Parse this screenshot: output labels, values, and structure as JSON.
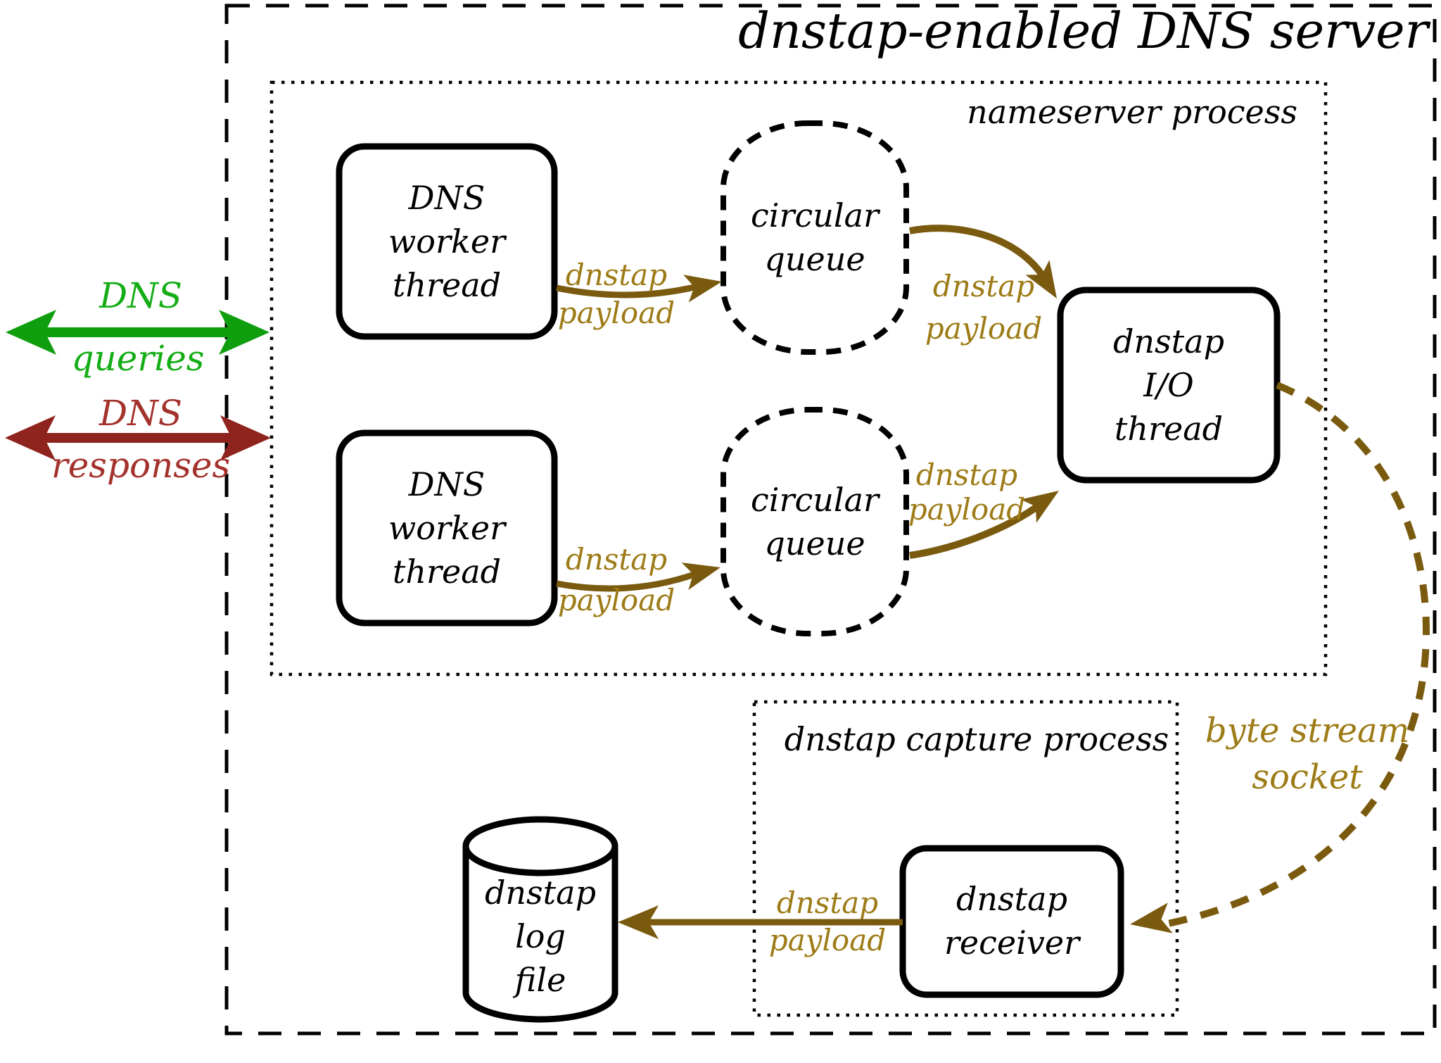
{
  "title": "dnstap-enabled DNS server",
  "colors": {
    "query_green_arrow": "#0e9e0e",
    "query_green_text": "#15ad15",
    "response_red_arrow": "#8f231d",
    "response_red_text": "#a4322c",
    "payload_arrow_olive": "#7a5a0e",
    "payload_label_olive": "#9d7b16",
    "ink": "#000000"
  },
  "external_flows": {
    "queries": {
      "line1": "DNS",
      "line2": "queries"
    },
    "responses": {
      "line1": "DNS",
      "line2": "responses"
    }
  },
  "processes": {
    "nameserver": "nameserver process",
    "capture": "dnstap capture process"
  },
  "nodes": {
    "worker_thread": {
      "line1": "DNS",
      "line2": "worker",
      "line3": "thread"
    },
    "circular_queue": {
      "line1": "circular",
      "line2": "queue"
    },
    "io_thread": {
      "line1": "dnstap",
      "line2": "I/O",
      "line3": "thread"
    },
    "receiver": {
      "line1": "dnstap",
      "line2": "receiver"
    },
    "log_file": {
      "line1": "dnstap",
      "line2": "log",
      "line3": "file"
    }
  },
  "edges": {
    "payload": {
      "line1": "dnstap",
      "line2": "payload"
    },
    "byte_stream": {
      "line1": "byte stream",
      "line2": "socket"
    }
  }
}
